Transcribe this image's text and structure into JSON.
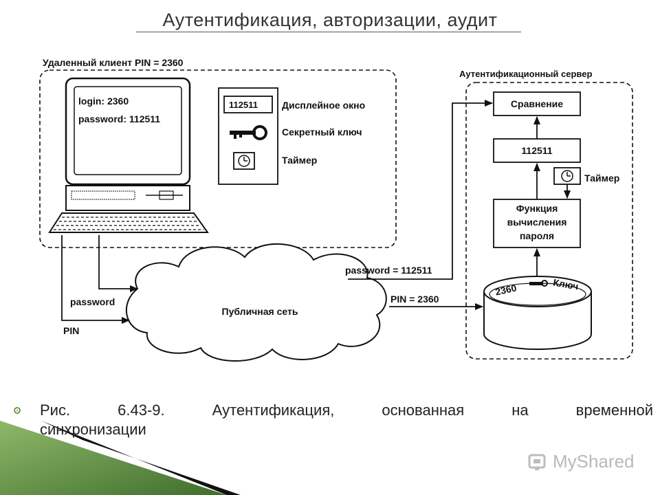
{
  "slide": {
    "title": "Аутентификация, авторизации, аудит",
    "caption": "Рис. 6.43-9. Аутентификация, основанная на временной",
    "caption_line2": "синхронизации",
    "watermark": "MyShared"
  },
  "diagram": {
    "client_group_label": "Удаленный клиент PIN = 2360",
    "screen_login": "login: 2360",
    "screen_password": "password: 112511",
    "token_display_value": "112511",
    "token_display_label": "Дисплейное окно",
    "token_key_label": "Секретный ключ",
    "token_timer_label": "Таймер",
    "server_group_label": "Аутентификационный сервер",
    "compare_box": "Сравнение",
    "value_box": "112511",
    "server_timer_label": "Таймер",
    "function_box_line1": "Функция",
    "function_box_line2": "вычисления",
    "function_box_line3": "пароля",
    "db_pin": "2360",
    "db_key": "Ключ",
    "cloud_label": "Публичная сеть",
    "edge_password_to_server": "password = 112511",
    "edge_pin_to_server": "PIN = 2360",
    "edge_password": "password",
    "edge_pin": "PIN"
  }
}
